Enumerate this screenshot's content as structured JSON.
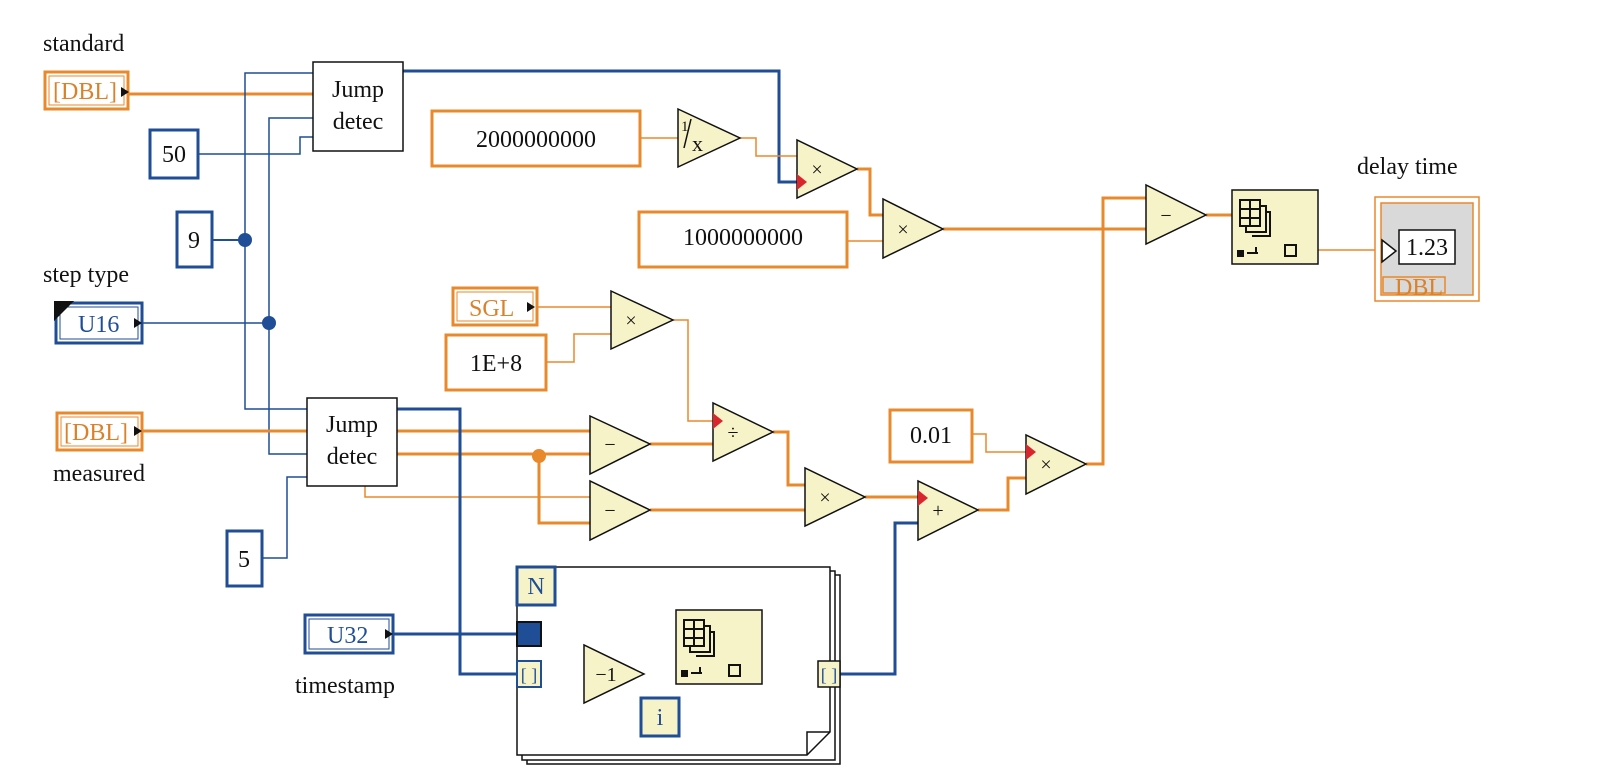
{
  "labels": {
    "standard": "standard",
    "step_type": "step type",
    "measured": "measured",
    "timestamp": "timestamp",
    "delay_time": "delay time"
  },
  "terminals": {
    "standard_type": "[DBL]",
    "measured_type": "[DBL]",
    "step_type_type": "U16",
    "timestamp_type": "U32",
    "sgl_type": "SGL",
    "indicator_value": "1.23",
    "indicator_type": "DBL"
  },
  "constants": {
    "c50": "50",
    "c9": "9",
    "c5": "5",
    "c2e9": "2000000000",
    "c1e9": "1000000000",
    "c1e8": "1E+8",
    "c001": "0.01"
  },
  "subvis": {
    "jump_detect_1": [
      "Jump",
      "detec"
    ],
    "jump_detect_2": [
      "Jump",
      "detec"
    ]
  },
  "operators": {
    "reciprocal": "1/x",
    "multiply": "×",
    "subtract": "−",
    "divide": "÷",
    "add": "+",
    "decrement": "−1"
  },
  "for_loop": {
    "count_terminal": "N",
    "iteration_terminal": "i"
  },
  "colors": {
    "orange_wire": "#e8892c",
    "blue_wire": "#1f4e96",
    "node_fill": "#f7f3c8",
    "node_stroke": "#111111",
    "coercion_dot": "#d9262c",
    "indicator_bg": "#d9d9d9"
  },
  "icons": {
    "build_array": "build-array-icon",
    "coercion": "coercion-dot-icon",
    "junction": "wire-junction-icon"
  }
}
